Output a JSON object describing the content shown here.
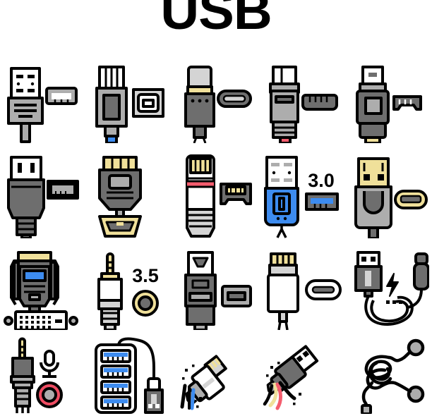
{
  "header": {
    "title": "USB"
  },
  "palette": {
    "outline": "#000000",
    "white": "#ffffff",
    "light_gray": "#d4d4d4",
    "mid_gray": "#adadad",
    "dark_gray": "#6e6e6e",
    "darker_gray": "#5a5a5a",
    "blue": "#3d8cf0",
    "blue_dark": "#1f6fd6",
    "gold": "#f0e09a",
    "gold_dark": "#e8d26a",
    "red": "#f45d6e",
    "pink": "#ef4d63"
  },
  "grid": {
    "columns": 5,
    "rows": 4,
    "total_icons": 20
  },
  "icons": [
    {
      "id": "usb-type-a-connector-port",
      "name": "USB Type-A plug and port",
      "label": "",
      "row": 1,
      "col": 1,
      "accent": "#adadad"
    },
    {
      "id": "usb-type-b-connector-port",
      "name": "USB Type-B plug and port",
      "label": "",
      "row": 1,
      "col": 2,
      "accent": "#3d8cf0"
    },
    {
      "id": "usb-type-c-connector-port",
      "name": "USB Type-C plug and port",
      "label": "",
      "row": 1,
      "col": 3,
      "accent": "#f0e09a"
    },
    {
      "id": "micro-usb-connector-port",
      "name": "Micro USB plug and port",
      "label": "",
      "row": 1,
      "col": 4,
      "accent": "#f45d6e"
    },
    {
      "id": "mini-usb-connector-port",
      "name": "Mini USB plug and port",
      "label": "",
      "row": 1,
      "col": 5,
      "accent": "#f0e09a"
    },
    {
      "id": "usb-plug-grayscale",
      "name": "USB plug and port",
      "label": "",
      "row": 2,
      "col": 1,
      "accent": "#6e6e6e"
    },
    {
      "id": "hdmi-connector-port",
      "name": "HDMI plug and port",
      "label": "",
      "row": 2,
      "col": 2,
      "accent": "#f0e09a"
    },
    {
      "id": "rj45-ethernet-connector",
      "name": "RJ45 ethernet plug and port",
      "label": "",
      "row": 2,
      "col": 3,
      "accent": "#f45d6e"
    },
    {
      "id": "usb-3-0-connector-port",
      "name": "USB 3.0 plug and port",
      "label": "3.0",
      "row": 2,
      "col": 4,
      "accent": "#3d8cf0"
    },
    {
      "id": "gold-usb-connector-port",
      "name": "Gold plated USB plug and micro port",
      "label": "",
      "row": 2,
      "col": 5,
      "accent": "#f0e09a"
    },
    {
      "id": "dvi-connector-port",
      "name": "DVI plug and port",
      "label": "",
      "row": 3,
      "col": 1,
      "accent": "#3d8cf0"
    },
    {
      "id": "audio-jack-3-5mm",
      "name": "3.5 mm audio jack and port",
      "label": "3.5",
      "row": 3,
      "col": 2,
      "accent": "#f0e09a"
    },
    {
      "id": "mini-usb-grayscale",
      "name": "Mini USB plug and port",
      "label": "",
      "row": 3,
      "col": 3,
      "accent": "#6e6e6e"
    },
    {
      "id": "lightning-connector-usbc-port",
      "name": "Lightning plug and USB-C port",
      "label": "",
      "row": 3,
      "col": 4,
      "accent": "#f0e09a"
    },
    {
      "id": "charging-cable-coiled",
      "name": "Coiled charging cable",
      "label": "",
      "row": 3,
      "col": 5,
      "accent": "#000000"
    },
    {
      "id": "microphone-jack-port",
      "name": "Microphone jack and port",
      "label": "",
      "row": 4,
      "col": 1,
      "accent": "#ef4d63"
    },
    {
      "id": "usb-hub-four-port",
      "name": "Four port USB hub",
      "label": "",
      "row": 4,
      "col": 2,
      "accent": "#3d8cf0"
    },
    {
      "id": "broken-cable-blue",
      "name": "Broken USB cable",
      "label": "",
      "row": 4,
      "col": 3,
      "accent": "#3d8cf0"
    },
    {
      "id": "broken-cable-frayed-wires",
      "name": "Broken cable with frayed wires",
      "label": "",
      "row": 4,
      "col": 4,
      "accent": "#f45d6e"
    },
    {
      "id": "tangled-earphones-cable",
      "name": "Tangled earphones cable",
      "label": "",
      "row": 4,
      "col": 5,
      "accent": "#adadad"
    }
  ]
}
